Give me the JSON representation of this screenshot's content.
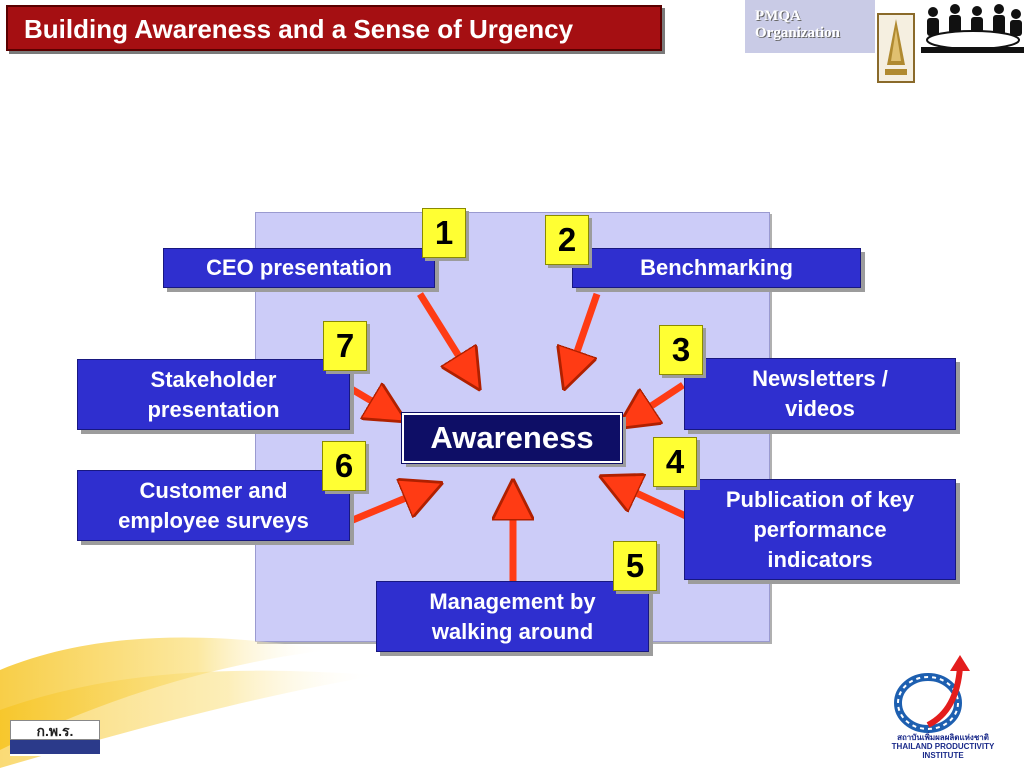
{
  "title": "Building Awareness and a Sense of Urgency",
  "organization": "PMQA\nOrganization",
  "center_label": "Awareness",
  "sources": [
    {
      "number": "1",
      "label": "CEO presentation"
    },
    {
      "number": "2",
      "label": "Benchmarking"
    },
    {
      "number": "3",
      "label": "Newsletters /\nvideos"
    },
    {
      "number": "4",
      "label": "Publication of key\nperformance\nindicators"
    },
    {
      "number": "5",
      "label": "Management by\nwalking around"
    },
    {
      "number": "6",
      "label": "Customer and\nemployee surveys"
    },
    {
      "number": "7",
      "label": "Stakeholder\npresentation"
    }
  ],
  "logos": {
    "left_badge": "ก.พ.ร.",
    "right_logo_text": "สถาบันเพิ่มผลผลิตแห่งชาติ\nTHAILAND PRODUCTIVITY INSTITUTE"
  },
  "colors": {
    "title_bg": "#a50f12",
    "box_bg": "#2f2fcf",
    "center_bg": "#0e0e66",
    "panel_bg": "#ccccf8",
    "number_bg": "#ffff33",
    "arrow": "#ff3b14"
  }
}
